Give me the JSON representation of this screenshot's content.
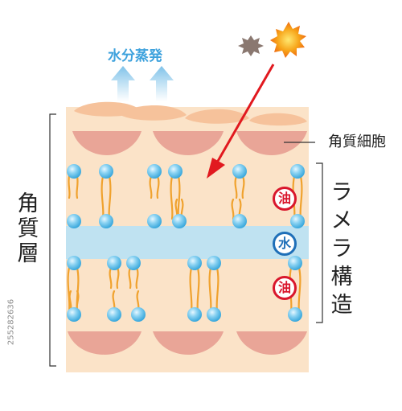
{
  "labels": {
    "evaporation": "水分蒸発",
    "corneocyte": "角質細胞",
    "lamellar_structure": "ラメラ構造",
    "stratum_corneum": "角質層"
  },
  "badges": {
    "oil_top": "油",
    "water": "水",
    "oil_bottom": "油"
  },
  "watermark": "255282636",
  "colors": {
    "skin_background": "#fbe3c8",
    "corneocyte": "#e9a597",
    "water_band": "#bfe2f1",
    "lipid_head": "#63bfe8",
    "lipid_tail": "#f0a22e",
    "arrow_up": "#7fc2e9",
    "uv_arrow": "#e1191f",
    "sun": "#f59a14",
    "dark_star": "#8a7870",
    "oil": "#d9162c",
    "water": "#1e6fb8"
  }
}
